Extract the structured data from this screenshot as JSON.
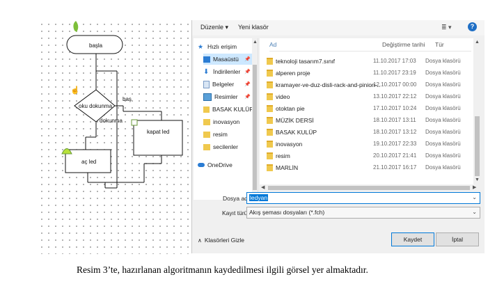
{
  "flowchart": {
    "start_label": "başla",
    "decision_label": "oku dokunma",
    "no_label": "dokunma",
    "yes_label": "baş",
    "right_box_label": "kapat led",
    "left_box_label": "aç led"
  },
  "toolbar": {
    "organize_label": "Düzenle ▾",
    "new_folder_label": "Yeni klasör",
    "view_icon": "≣ ▾",
    "help_icon": "?"
  },
  "nav": {
    "items": [
      {
        "label": "Hızlı erişim",
        "icon": "star-icon"
      },
      {
        "label": "Masaüstü",
        "icon": "desktop-icon"
      },
      {
        "label": "İndirilenler",
        "icon": "download-icon"
      },
      {
        "label": "Belgeler",
        "icon": "document-icon"
      },
      {
        "label": "Resimler",
        "icon": "pictures-icon"
      },
      {
        "label": "BASAK KULÜP",
        "icon": "folder-icon"
      },
      {
        "label": "inovasyon",
        "icon": "folder-icon"
      },
      {
        "label": "resim",
        "icon": "folder-icon"
      },
      {
        "label": "secilenler",
        "icon": "folder-icon"
      },
      {
        "label": "OneDrive",
        "icon": "cloud-icon"
      }
    ]
  },
  "list": {
    "columns": [
      "Ad",
      "Değiştirme tarihi",
      "Tür"
    ],
    "rows": [
      {
        "name": "teknoloji tasarım7.sınıf",
        "date": "11.10.2017 17:03",
        "type": "Dosya klasörü"
      },
      {
        "name": "alperen proje",
        "date": "11.10.2017 23:19",
        "type": "Dosya klasörü"
      },
      {
        "name": "kramayer-ve-duz-disli-rack-and-pinion-...",
        "date": "12.10.2017 00:00",
        "type": "Dosya klasörü"
      },
      {
        "name": "video",
        "date": "13.10.2017 22:12",
        "type": "Dosya klasörü"
      },
      {
        "name": "otoktan pie",
        "date": "17.10.2017 10:24",
        "type": "Dosya klasörü"
      },
      {
        "name": "MÜZİK DERSİ",
        "date": "18.10.2017 13:11",
        "type": "Dosya klasörü"
      },
      {
        "name": "BASAK KULÜP",
        "date": "18.10.2017 13:12",
        "type": "Dosya klasörü"
      },
      {
        "name": "inovasyon",
        "date": "19.10.2017 22:33",
        "type": "Dosya klasörü"
      },
      {
        "name": "resim",
        "date": "20.10.2017 21:41",
        "type": "Dosya klasörü"
      },
      {
        "name": "MARLİN",
        "date": "21.10.2017 16:17",
        "type": "Dosya klasörü"
      }
    ]
  },
  "form": {
    "filename_label": "Dosya adı:",
    "filename_value": "ledyan",
    "filetype_label": "Kayıt türü:",
    "filetype_value": "Akış şeması dosyaları (*.fch)"
  },
  "footer": {
    "hide_folders_label": "Klasörleri Gizle",
    "save_label": "Kaydet",
    "cancel_label": "İptal"
  },
  "caption": "Resim 3’te, hazırlanan algoritmanın kaydedilmesi ilgili görsel yer almaktadır."
}
